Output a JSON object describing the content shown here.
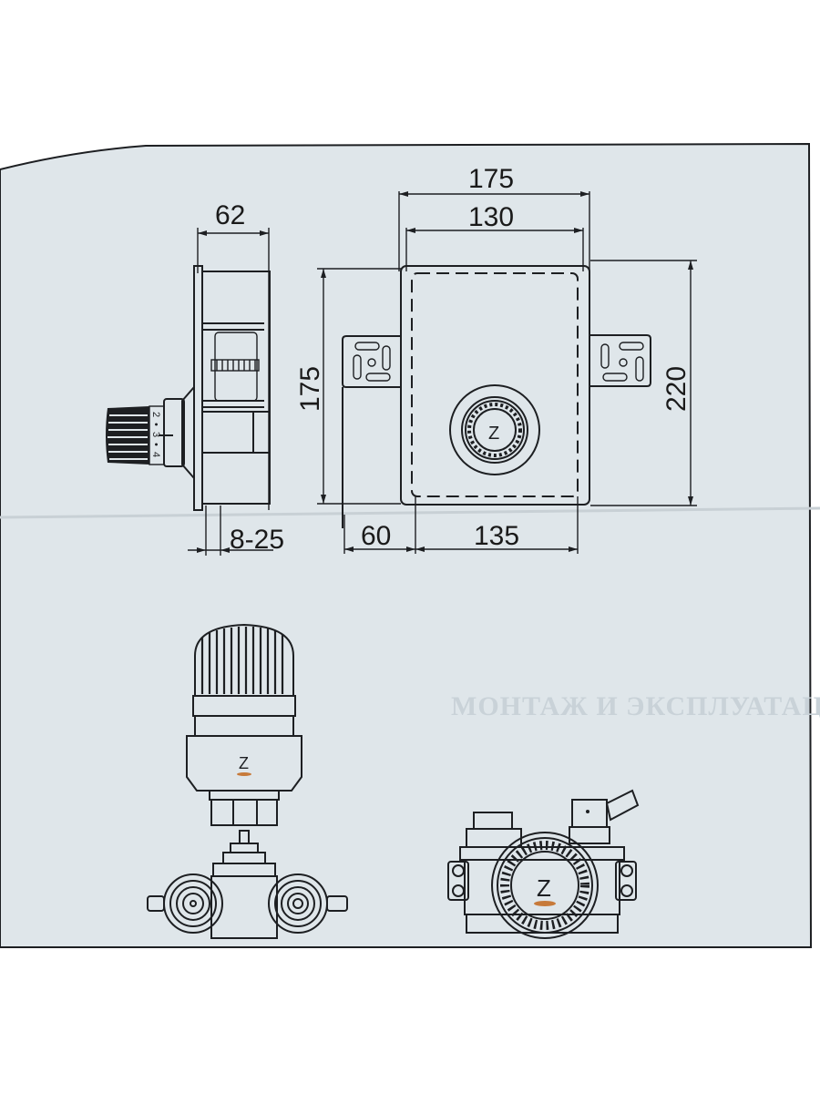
{
  "drawing": {
    "title": "Thermostatic valve box — dimensional drawing",
    "units": "mm",
    "side_view": {
      "depth_label": "62",
      "adjust_label": "8-25",
      "knob_scale": [
        "2",
        "•",
        "3",
        "•",
        "4"
      ]
    },
    "front_view": {
      "outer_width_label": "175",
      "inner_width_label": "130",
      "height_left_label": "175",
      "height_right_label": "220",
      "offset_label": "60",
      "box_width_label": "135",
      "logo_letter": "Z"
    },
    "detail_views": {
      "thermostat_logo_letter": "Z",
      "valve_logo_letter": "Z"
    },
    "ghost_text": "МОНТАЖ И ЭКСПЛУАТАЦИЯ"
  },
  "colors": {
    "paper": "#dfe6ea",
    "ink": "#1d1f22",
    "background": "#ffffff",
    "logo_accent": "#c77a3a"
  }
}
